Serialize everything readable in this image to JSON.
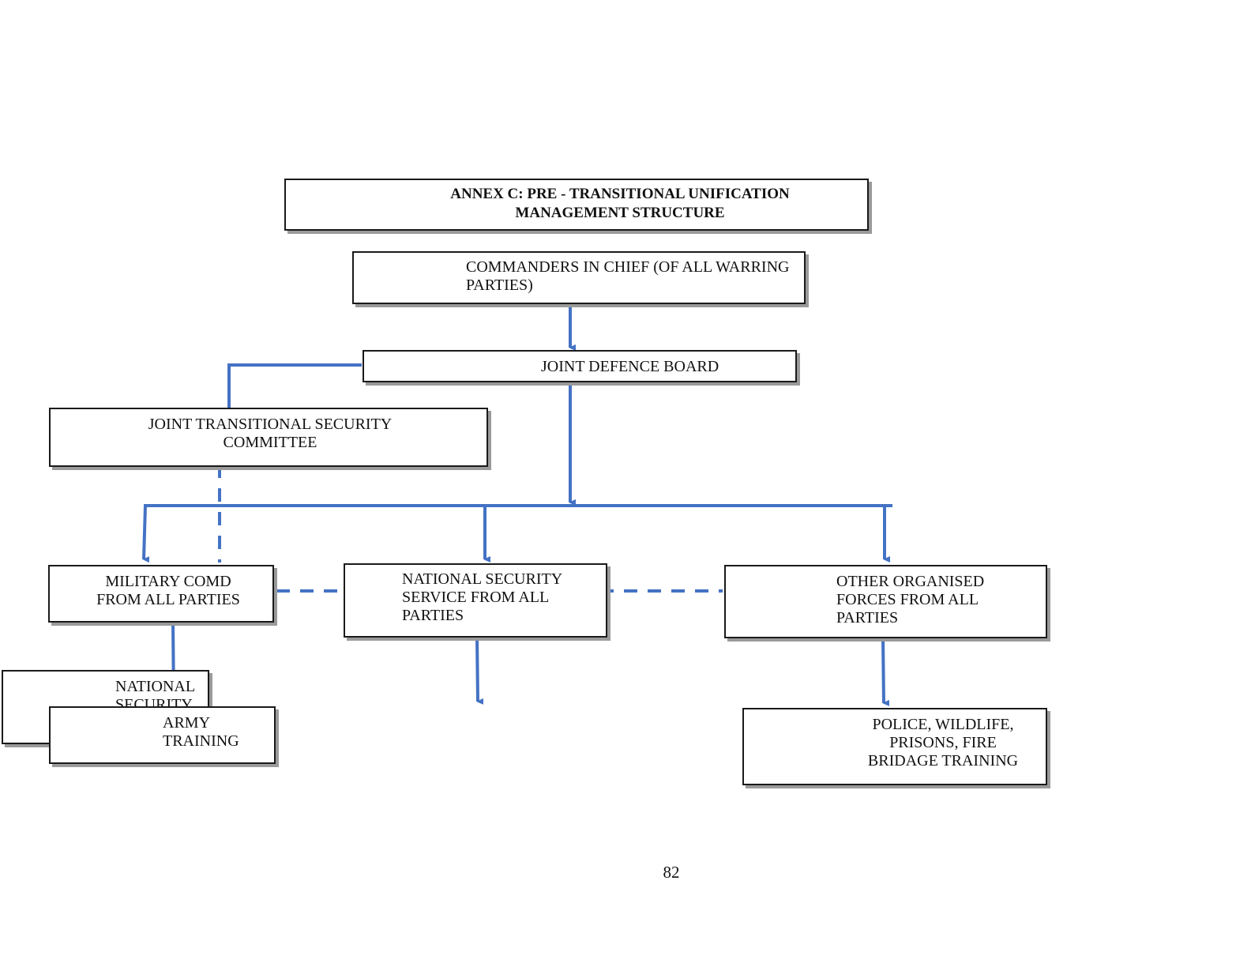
{
  "title": {
    "line1": "ANNEX C:  PRE - TRANSITIONAL UNIFICATION",
    "line2": "MANAGEMENT STRUCTURE"
  },
  "nodes": {
    "commanders": "COMMANDERS  IN  CHIEF  (OF  ALL  WARRING\nPARTIES)",
    "jdb": "JOINT DEFENCE BOARD",
    "jtsc": "JOINT TRANSITIONAL SECURITY\nCOMMITTEE",
    "military": "MILITARY COMD\nFROM ALL PARTIES",
    "nss": "NATIONAL SECURITY\nSERVICE FROM ALL\nPARTIES",
    "oof": "OTHER ORGANISED\nFORCES FROM ALL\nPARTIES",
    "nss_training": "NATIONAL\nSECURITY",
    "army_training": "ARMY\nTRAINING",
    "police": "POLICE, WILDLIFE,\nPRISONS, FIRE\nBRIDAGE TRAINING"
  },
  "colors": {
    "connector": "#4472c4",
    "border": "#1a1a1a",
    "shadow": "#9a9a9a"
  },
  "page_number": "82"
}
